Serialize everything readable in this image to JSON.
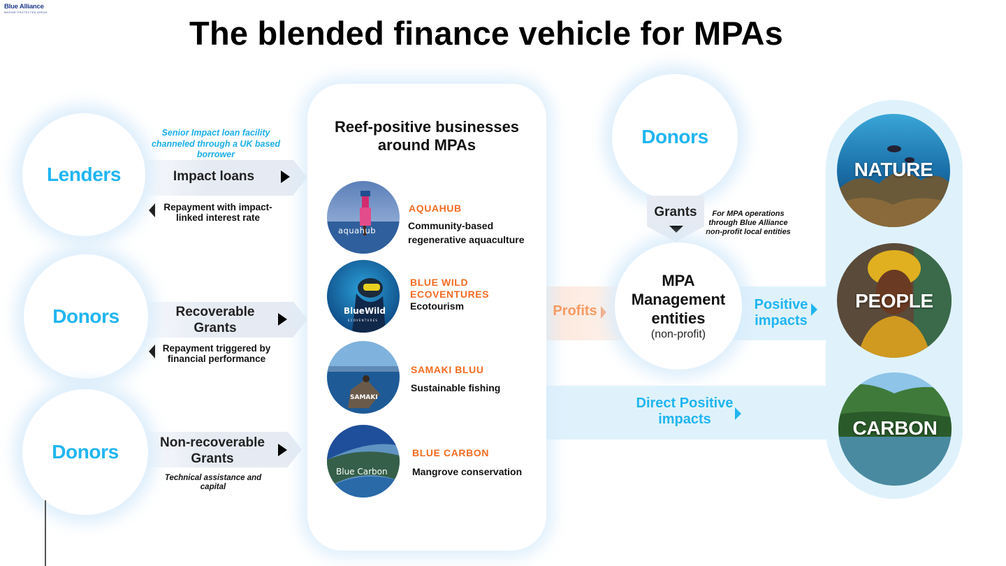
{
  "logo": {
    "name": "Blue Alliance",
    "tagline": "MARINE PROTECTED AREAS"
  },
  "title": "The blended finance vehicle for MPAs",
  "sources": [
    {
      "label": "Lenders",
      "flow_label": "Impact loans",
      "top_note": "Senior Impact loan facility channeled through a UK based borrower",
      "return_note": "Repayment with impact-linked interest rate"
    },
    {
      "label": "Donors",
      "flow_label": "Recoverable Grants",
      "return_note": "Repayment triggered by financial performance"
    },
    {
      "label": "Donors",
      "flow_label": "Non-recoverable Grants",
      "bottom_note": "Technical assistance and capital"
    }
  ],
  "center": {
    "title": "Reef-positive businesses around MPAs",
    "businesses": [
      {
        "name": "AQUAHUB",
        "desc": "Community-based regenerative aquaculture",
        "image_text": "aquahub"
      },
      {
        "name": "BLUE WILD ECOVENTURES",
        "desc": "Ecotourism",
        "image_text": "BlueWild",
        "image_subtext": "ECOVENTURES"
      },
      {
        "name": "SAMAKI BLUU",
        "desc": "Sustainable fishing",
        "image_text": "SAMAKI"
      },
      {
        "name": "BLUE CARBON",
        "desc": "Mangrove conservation",
        "image_text": "Blue Carbon"
      }
    ]
  },
  "right_donors": {
    "label": "Donors",
    "grants_label": "Grants",
    "grants_note": "For MPA operations through Blue Alliance non-profit local entities"
  },
  "mpa": {
    "title": "MPA Management entities",
    "subtitle": "(non-profit)"
  },
  "flows": {
    "profits": "Profits",
    "positive_impacts": "Positive impacts",
    "direct_positive_impacts": "Direct Positive impacts"
  },
  "impacts": [
    "NATURE",
    "PEOPLE",
    "CARBON"
  ],
  "colors": {
    "accent_blue": "#20b5f0",
    "business_orange": "#f36b21",
    "band_gray": "#e6ebf3",
    "impact_band": "#dff2fc",
    "profits_band": "#fde8dc"
  }
}
